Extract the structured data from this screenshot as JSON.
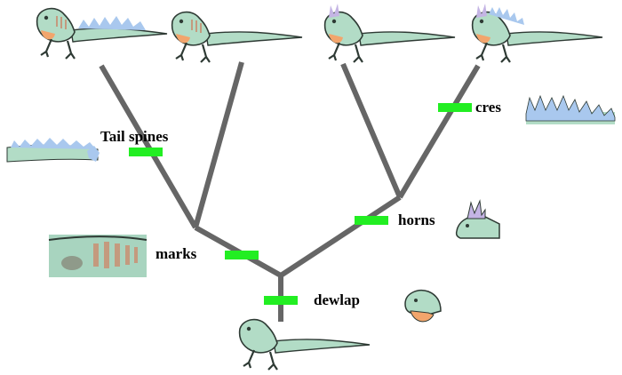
{
  "colors": {
    "branch": "#666666",
    "marker": "#22ee22",
    "lizard_body": "#b2dcc6",
    "lizard_outline": "#2e3a34",
    "dewlap": "#f2a56c",
    "spines": "#a9c8ee",
    "horn": "#c4b4e4",
    "marks": "#c49a7e",
    "patch_bg": "#a8d4bf"
  },
  "traits": [
    {
      "id": "tail-spines",
      "label": "Tail spines",
      "has_marker": true
    },
    {
      "id": "marks",
      "label": "marks",
      "has_marker": true
    },
    {
      "id": "dewlap",
      "label": "dewlap",
      "has_marker": true
    },
    {
      "id": "horns",
      "label": "horns",
      "has_marker": true
    },
    {
      "id": "crest",
      "label": "cres",
      "has_marker": true
    }
  ],
  "taxa": [
    {
      "id": "taxon-1",
      "icon": "lizard-dewlap-marks-tail-spines-icon"
    },
    {
      "id": "taxon-2",
      "icon": "lizard-dewlap-marks-icon"
    },
    {
      "id": "taxon-3",
      "icon": "lizard-dewlap-horns-icon"
    },
    {
      "id": "taxon-4",
      "icon": "lizard-dewlap-horns-crest-icon"
    },
    {
      "id": "ancestor",
      "icon": "lizard-ancestor-icon"
    }
  ]
}
